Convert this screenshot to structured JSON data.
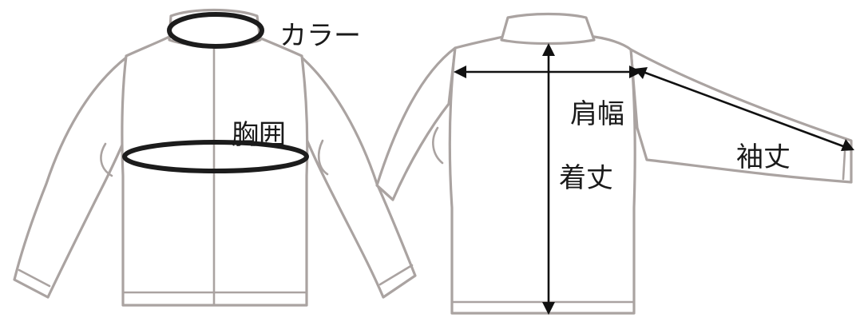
{
  "labels": {
    "collar": "カラー",
    "chest": "胸囲",
    "shoulder_width": "肩幅",
    "body_length": "着丈",
    "sleeve_length": "袖丈"
  },
  "icons": [
    "front-jacket-illustration",
    "back-jacket-illustration"
  ],
  "colors": {
    "sketch_outline": "#aaa3a1",
    "measurement": "#111111"
  }
}
